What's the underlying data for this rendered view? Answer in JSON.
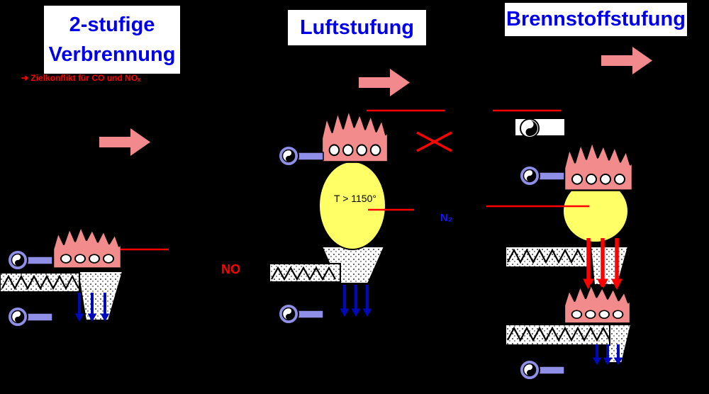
{
  "slide": {
    "background": "#000000",
    "columns": [
      {
        "title": "2-stufige Verbrennung",
        "subtitle": "➔ Zielkonflikt für CO und NOₓ"
      },
      {
        "title": "Luftstufung"
      },
      {
        "title": "Brennstoffstufung"
      }
    ],
    "annotations": {
      "temperature": "T > 1150°",
      "no": "NO",
      "n2": "N₂"
    },
    "colors": {
      "title_text": "#0000EE",
      "title_box": "#FFFFFF",
      "annotation_red": "#FF0000",
      "flow_arrow_pink": "#F2898D",
      "flame_pink": "#F28B8B",
      "combustion_yellow": "#FFFF66",
      "fan_purple": "#8F8FE8",
      "air_arrow_blue": "#0008BB",
      "n2_blue": "#1414FF"
    }
  }
}
